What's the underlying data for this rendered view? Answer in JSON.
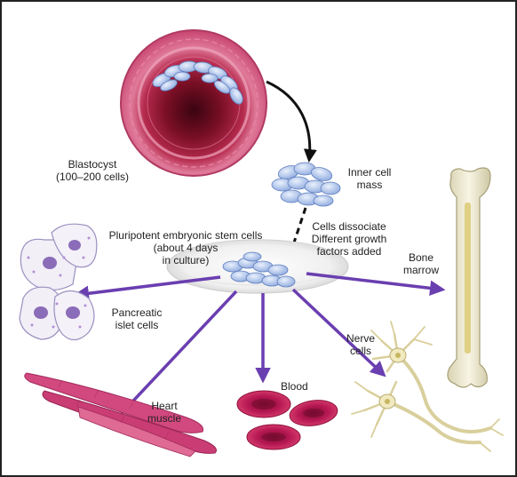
{
  "labels": {
    "blastocyst_line1": "Blastocyst",
    "blastocyst_line2": "(100–200 cells)",
    "icm_line1": "Inner cell",
    "icm_line2": "mass",
    "pluri_line1": "Pluripotent embryonic stem cells",
    "pluri_line2": "(about 4 days",
    "pluri_line3": "in culture)",
    "dissoc_line1": "Cells dissociate",
    "dissoc_line2": "Different growth",
    "dissoc_line3": "factors added",
    "bone_line1": "Bone",
    "bone_line2": "marrow",
    "pancreatic_line1": "Pancreatic",
    "pancreatic_line2": "islet cells",
    "nerve_line1": "Nerve",
    "nerve_line2": "cells",
    "heart_line1": "Heart",
    "heart_line2": "muscle",
    "blood": "Blood"
  },
  "colors": {
    "arrow_purple": "#6a3fb0",
    "blastocyst_outer": "#d8567f",
    "blastocyst_inner": "#7a0f25",
    "stem_cell_blue": "#a9c3ee",
    "blood_red": "#c21d5a",
    "muscle_pink": "#d2497f",
    "bone_cream": "#efeacd",
    "nerve_cream": "#efe8c2"
  }
}
